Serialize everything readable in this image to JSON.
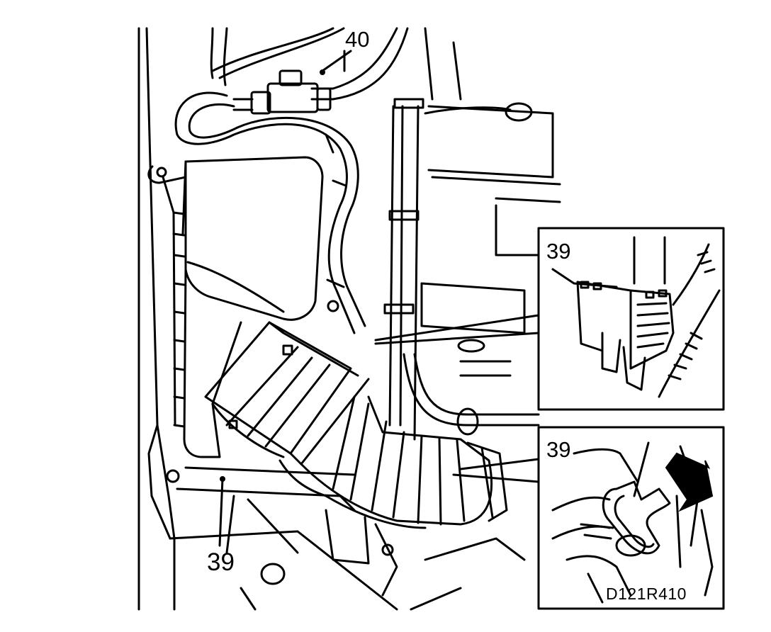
{
  "diagram": {
    "callouts": {
      "part_40": "40",
      "part_39_main": "39",
      "part_39_inset_connector": "39",
      "part_39_inset_clip": "39"
    },
    "figure_code": "D121R410"
  },
  "colors": {
    "line": "#000000",
    "background": "#ffffff"
  }
}
